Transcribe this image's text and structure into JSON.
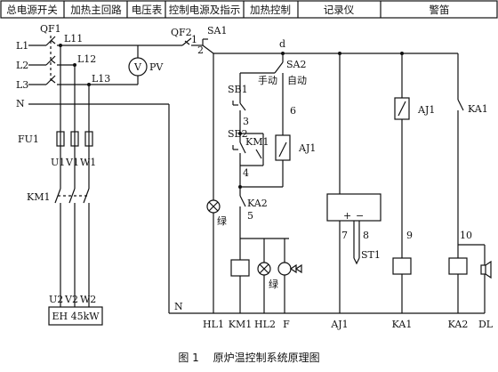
{
  "header": {
    "cells": [
      "总电源开关",
      "加热主回路",
      "电压表",
      "控制电源及指示",
      "加热控制",
      "记录仪",
      "警笛"
    ]
  },
  "main_circuit": {
    "breaker": "QF1",
    "lines": [
      "L1",
      "L2",
      "L3",
      "N"
    ],
    "lines_after": [
      "L11",
      "L12",
      "L13"
    ],
    "voltmeter": "PV",
    "fuse": "FU1",
    "phases": [
      "U1",
      "V1",
      "W1"
    ],
    "contactor": "KM1",
    "outputs": [
      "U2",
      "V2",
      "W2"
    ],
    "heater": "EH 45kW",
    "neutral": "N"
  },
  "control_circuit": {
    "breaker": "QF2",
    "switch": "SA1",
    "node_1": "1",
    "node_2": "2",
    "node_d": "d",
    "selector": "SA2",
    "manual": "手动",
    "auto": "自动",
    "sb1": "SB1",
    "sb2": "SB2",
    "km1_contact": "KM1",
    "aj1_contact": "AJ1",
    "ka2_contact": "KA2",
    "ka1_contact": "KA1",
    "aj1_top": "AJ1",
    "ka1_top": "KA1",
    "wire_3": "3",
    "wire_4": "4",
    "wire_5": "5",
    "wire_6": "6",
    "wire_7": "7",
    "wire_8": "8",
    "wire_9": "9",
    "wire_10": "10",
    "green_1": "绿",
    "green_2": "绿",
    "recorder_plus": "+",
    "recorder_minus": "−",
    "sensor": "ST1"
  },
  "bottom_labels": [
    "HL1",
    "KM1",
    "HL2",
    "F",
    "AJ1",
    "KA1",
    "KA2",
    "DL"
  ],
  "caption": {
    "figure": "图 1",
    "title": "原炉温控制系统原理图"
  }
}
